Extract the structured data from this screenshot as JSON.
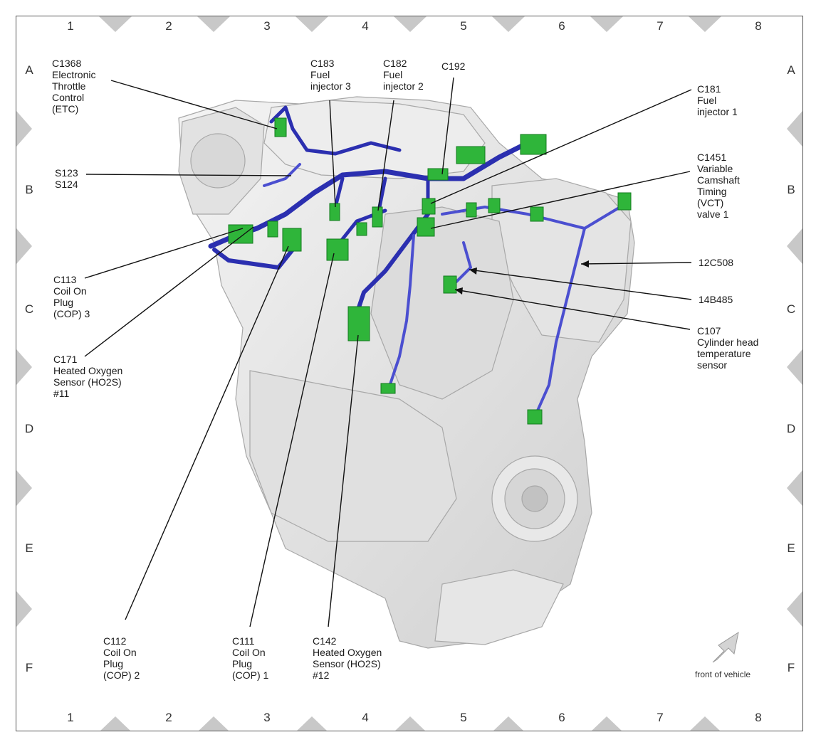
{
  "grid": {
    "columns": [
      "1",
      "2",
      "3",
      "4",
      "5",
      "6",
      "7",
      "8"
    ],
    "rows": [
      "A",
      "B",
      "C",
      "D",
      "E",
      "F"
    ]
  },
  "labels": {
    "c1368": "C1368\nElectronic\nThrottle\nControl\n(ETC)",
    "c183": "C183\nFuel\ninjector 3",
    "c182": "C182\nFuel\ninjector 2",
    "c192": "C192",
    "c181": "C181\nFuel\ninjector 1",
    "s123": "S123\nS124",
    "c1451": "C1451\nVariable\nCamshaft\nTiming\n(VCT)\nvalve 1",
    "h12c508": "12C508",
    "h14b485": "14B485",
    "c113": "C113\nCoil On\nPlug\n(COP) 3",
    "c107": "C107\nCylinder head\ntemperature\nsensor",
    "c171": "C171\nHeated Oxygen\nSensor (HO2S)\n#11",
    "c112": "C112\nCoil On\nPlug\n(COP) 2",
    "c111": "C111\nCoil On\nPlug\n(COP) 1",
    "c142": "C142\nHeated Oxygen\nSensor (HO2S)\n#12"
  },
  "front_of_vehicle": "front of vehicle",
  "colors": {
    "harness": "#2b2fb0",
    "connector": "#2fb53a",
    "engine": "#e6e6e6",
    "engine_shadow": "#c4c4c4",
    "marker": "#c8c8c8"
  }
}
